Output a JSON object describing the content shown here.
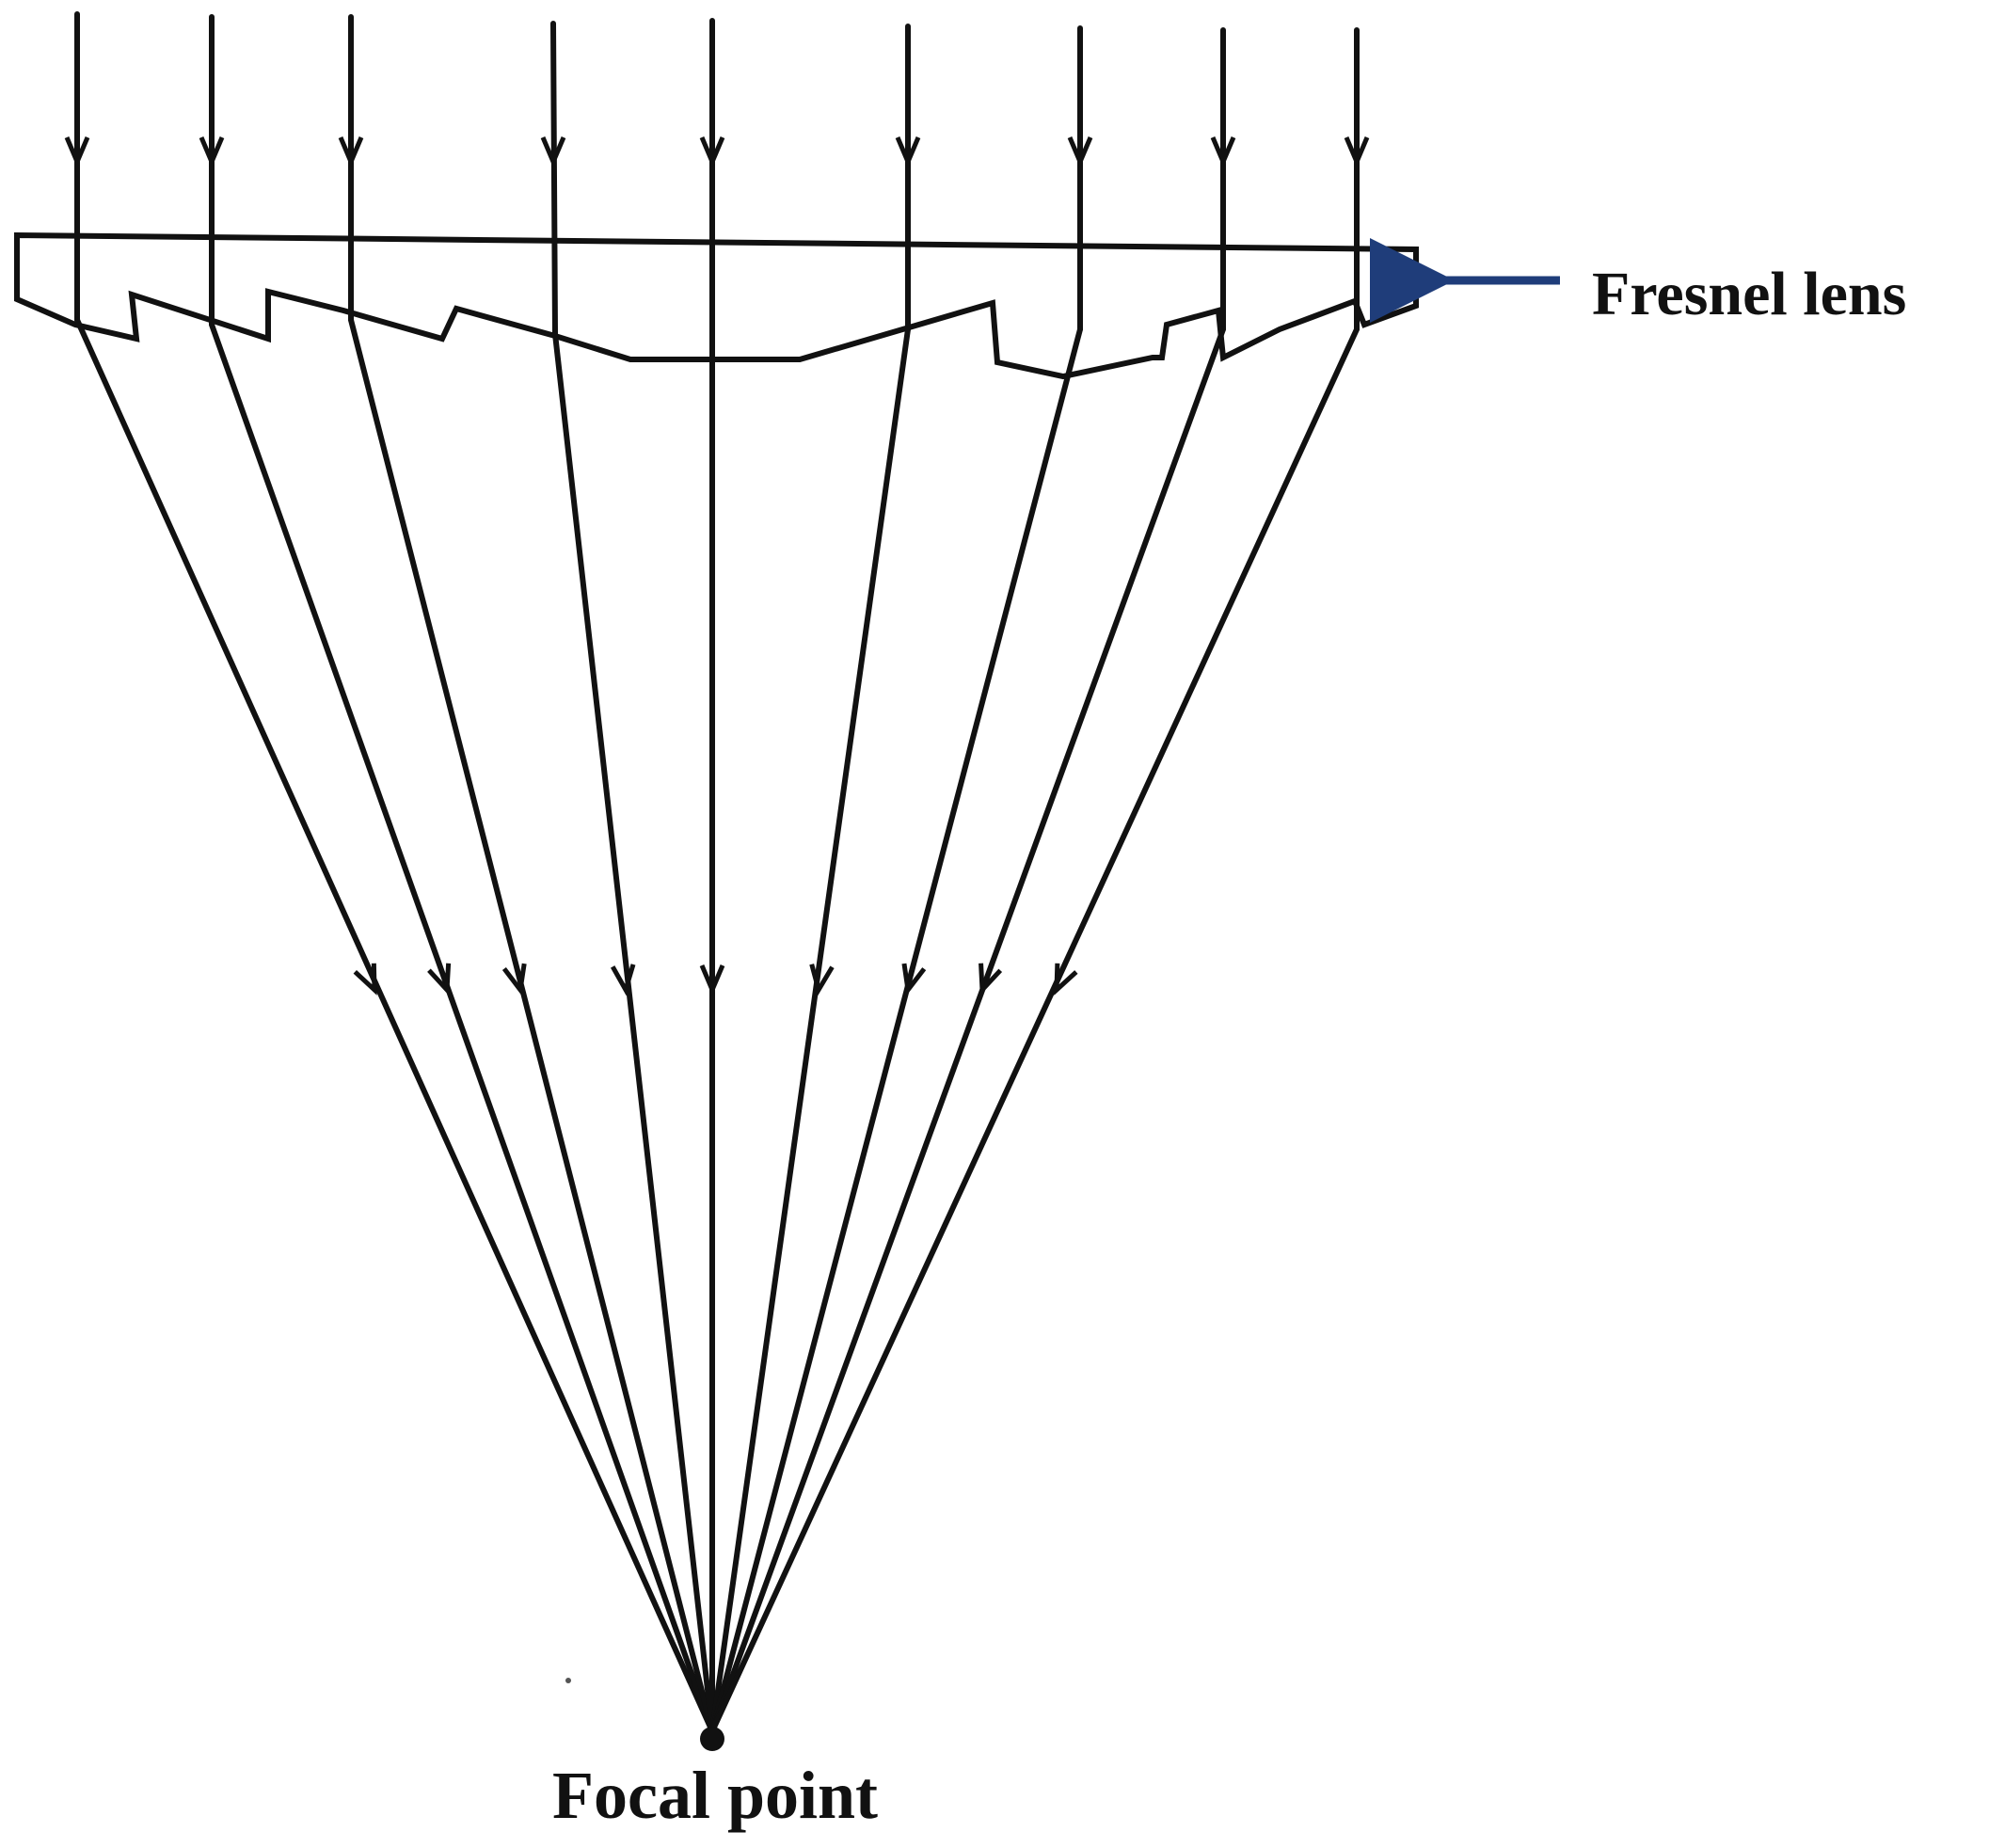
{
  "labels": {
    "lens": "Fresnel lens",
    "focal": "Focal point"
  },
  "colors": {
    "stroke": "#111111",
    "pointer_arrow": "#1f3d7a",
    "background": "#ffffff"
  },
  "rays": {
    "count": 9
  }
}
